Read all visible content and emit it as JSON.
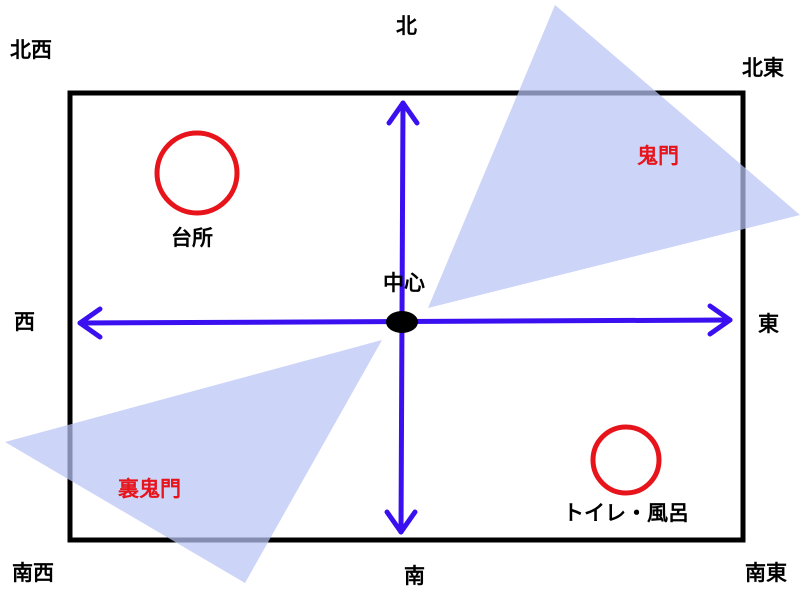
{
  "directions": {
    "north": "北",
    "northeast": "北東",
    "east": "東",
    "southeast": "南東",
    "south": "南",
    "southwest": "南西",
    "west": "西",
    "northwest": "北西"
  },
  "labels": {
    "center": "中心",
    "kitchen": "台所",
    "toilet_bath": "トイレ・風呂",
    "kimon": "鬼門",
    "ura_kimon": "裏鬼門"
  },
  "colors": {
    "arrow": "#3a0ff0",
    "wedge_fill": "#b8c4f5",
    "circle_stroke": "#e8141b",
    "kimon_text": "#e8141b",
    "frame": "#000000",
    "center_dot": "#000000"
  }
}
